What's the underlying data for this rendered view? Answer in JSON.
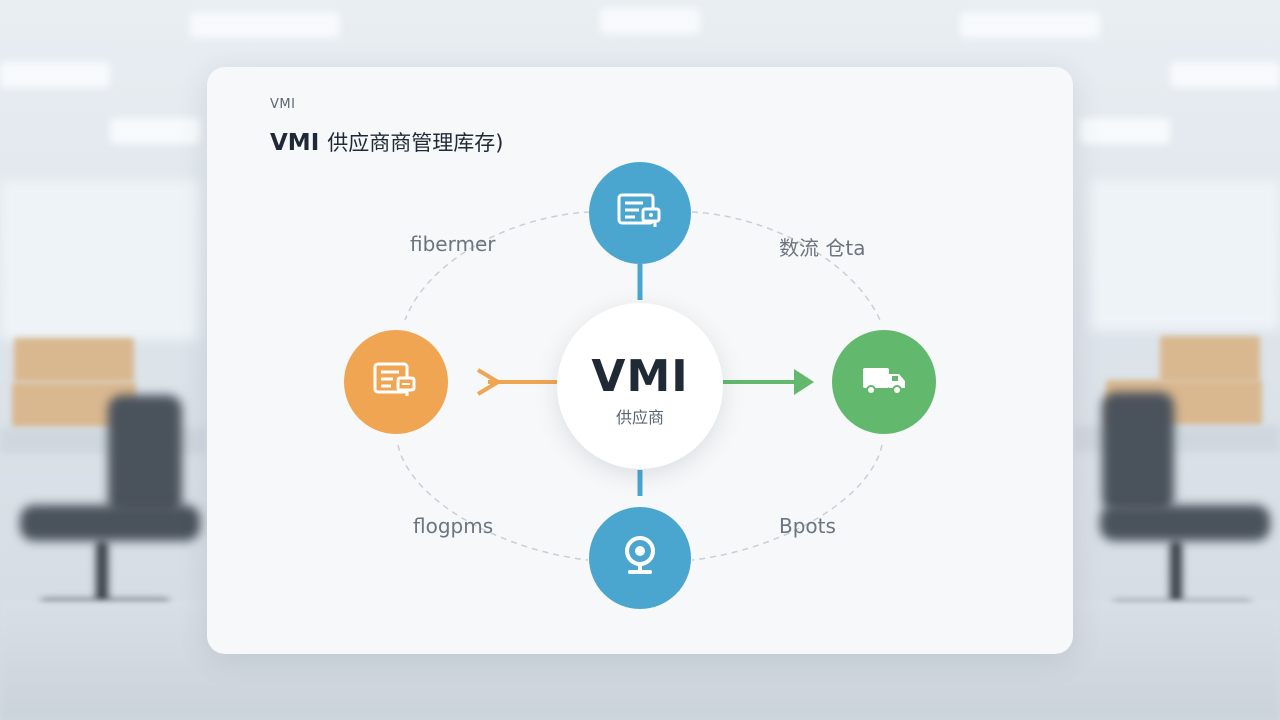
{
  "header": {
    "eyebrow": "VMI",
    "title_latin": "VMI",
    "title_cn": "供应商商管理库存)"
  },
  "center": {
    "title": "VMI",
    "subtitle": "供应商"
  },
  "nodes": {
    "top": {
      "icon": "document-icon"
    },
    "left": {
      "icon": "document-icon"
    },
    "right": {
      "icon": "truck-icon"
    },
    "bottom": {
      "icon": "location-pin-icon"
    }
  },
  "labels": {
    "top_left": "fibermer",
    "top_right": "数流 仓ta",
    "bottom_left": "flogpms",
    "bottom_right": "Bpots"
  },
  "colors": {
    "blue": "#4aa6cf",
    "orange": "#f0a552",
    "green": "#62b86d",
    "text_dark": "#1f2a36"
  }
}
